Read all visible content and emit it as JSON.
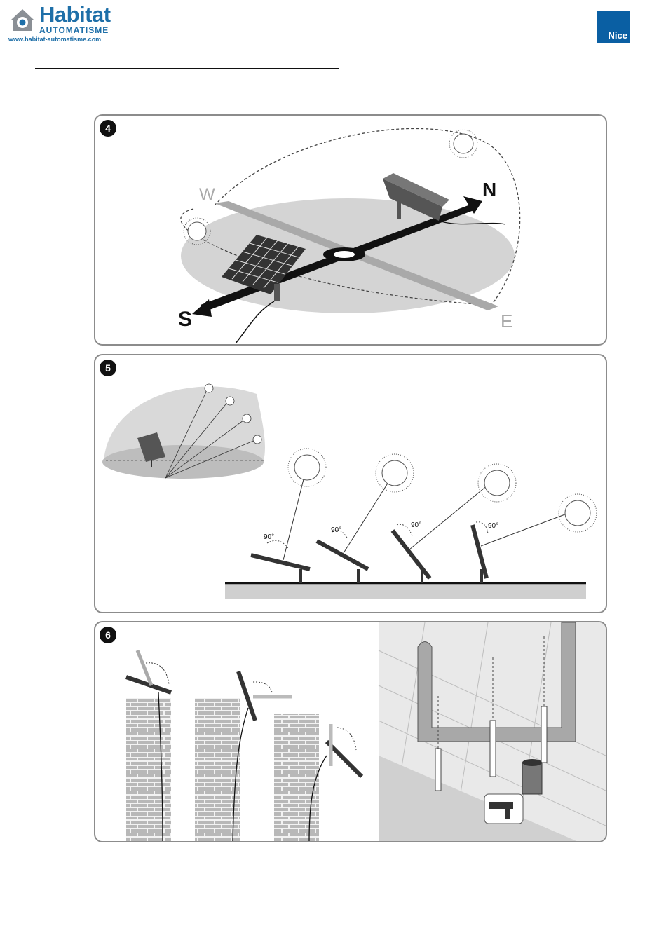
{
  "header": {
    "logo_title": "Habitat",
    "logo_subtitle": "AUTOMATISME",
    "logo_url": "www.habitat-automatisme.com",
    "brand_badge": "Nice"
  },
  "figures": [
    {
      "number": "4",
      "compass": {
        "north": "N",
        "south": "S",
        "west": "W",
        "east": "E"
      }
    },
    {
      "number": "5",
      "angle_labels": [
        "90°",
        "90°",
        "90°",
        "90°"
      ]
    },
    {
      "number": "6"
    }
  ],
  "colors": {
    "brand_blue": "#0a5fa3",
    "logo_blue": "#1e6fa8",
    "panel_border": "#8c8c8c"
  }
}
